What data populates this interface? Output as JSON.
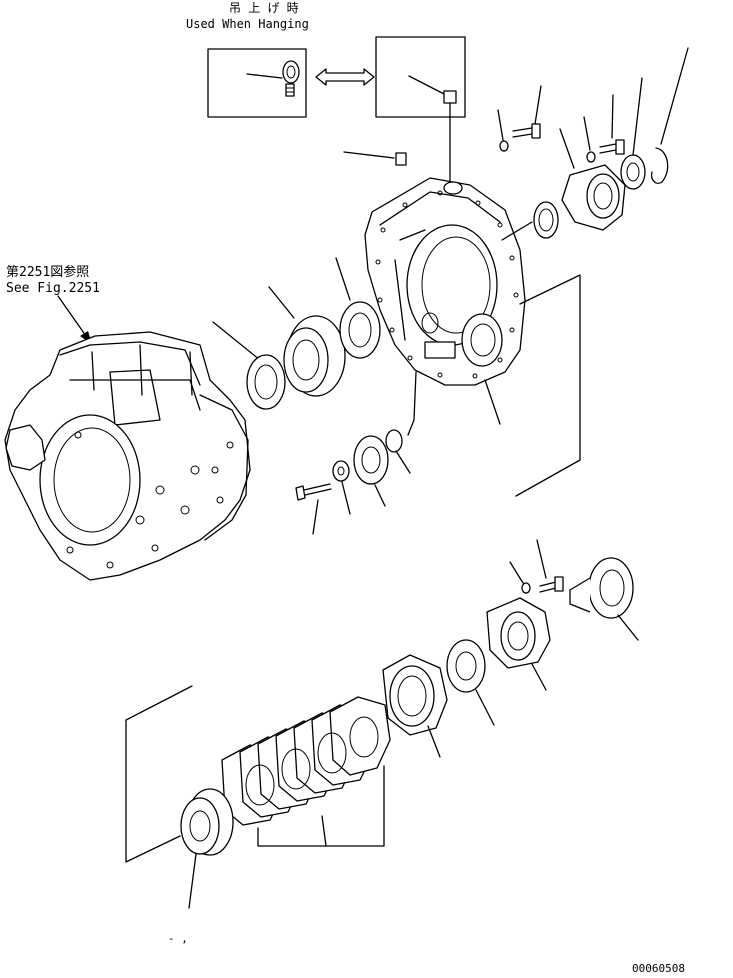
{
  "labels": {
    "hanging_jp": "吊 上 げ 時",
    "hanging_en": "Used When Hanging",
    "ref_jp": "第2251図参照",
    "ref_en": "See Fig.2251",
    "bottom_mark": "- ,",
    "drawing_number": "00060508"
  }
}
